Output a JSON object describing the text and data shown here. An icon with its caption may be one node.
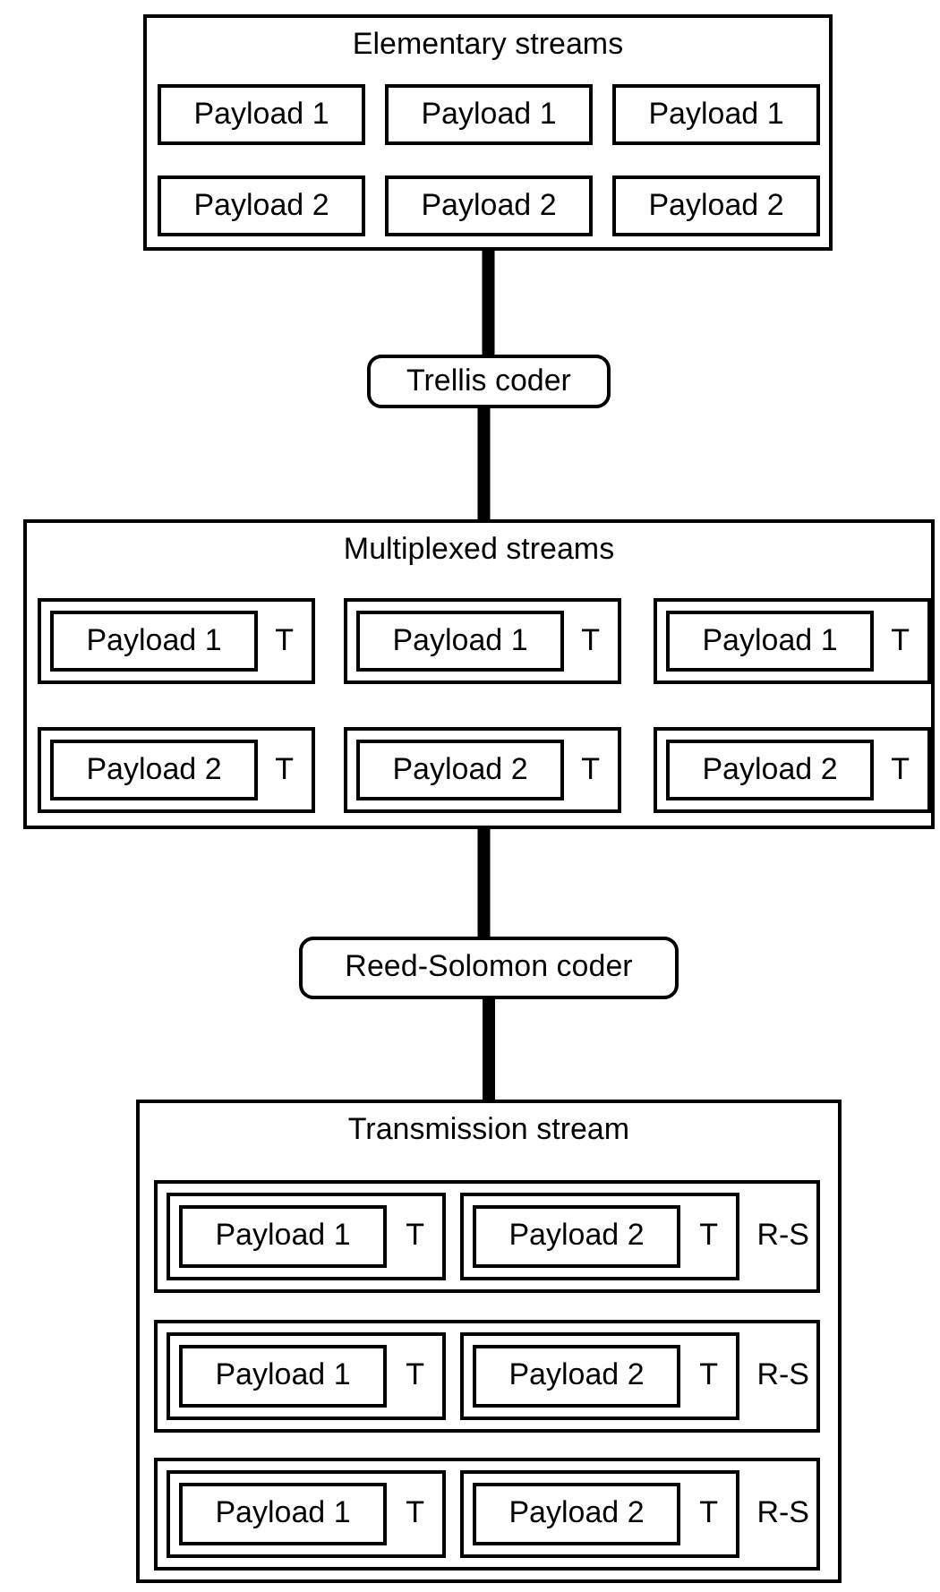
{
  "diagram": {
    "nodes": [
      {
        "text": [
          "Elementary streams"
        ]
      },
      {
        "text": [
          "Payload 1"
        ],
        "in": 0
      },
      {
        "text": [
          "Payload 1"
        ],
        "in": 0
      },
      {
        "text": [
          "Payload 1"
        ],
        "in": 0
      },
      {
        "text": [
          "Payload 2"
        ],
        "in": 0
      },
      {
        "text": [
          "Payload 2"
        ],
        "in": 0
      },
      {
        "text": [
          "Payload 2"
        ],
        "in": 0
      },
      {
        "text": [
          "Trellis coder"
        ]
      },
      {
        "text": [
          "Multiplexed streams"
        ]
      },
      {
        "text": [
          "T"
        ],
        "in": 8
      },
      {
        "text": [
          "Payload 1"
        ],
        "in": 9
      },
      {
        "text": [
          "T"
        ],
        "in": 8
      },
      {
        "text": [
          "Payload 1"
        ],
        "in": 11
      },
      {
        "text": [
          "T"
        ],
        "in": 8
      },
      {
        "text": [
          "Payload 1"
        ],
        "in": 13
      },
      {
        "text": [
          "T"
        ],
        "in": 8
      },
      {
        "text": [
          "Payload 2"
        ],
        "in": 15
      },
      {
        "text": [
          "T"
        ],
        "in": 8
      },
      {
        "text": [
          "Payload 2"
        ],
        "in": 17
      },
      {
        "text": [
          "T"
        ],
        "in": 8
      },
      {
        "text": [
          "Payload 2"
        ],
        "in": 19
      },
      {
        "text": [
          "Reed-Solomon coder"
        ]
      },
      {
        "text": [
          "Transmission stream"
        ]
      },
      {
        "text": [
          "R-S"
        ],
        "in": 22
      },
      {
        "text": [
          "T"
        ],
        "in": 23
      },
      {
        "text": [
          "Payload 1"
        ],
        "in": 24
      },
      {
        "text": [
          "T"
        ],
        "in": 23
      },
      {
        "text": [
          "Payload 2"
        ],
        "in": 26
      },
      {
        "text": [
          "R-S"
        ],
        "in": 22
      },
      {
        "text": [
          "T"
        ],
        "in": 28
      },
      {
        "text": [
          "Payload 1"
        ],
        "in": 29
      },
      {
        "text": [
          "T"
        ],
        "in": 28
      },
      {
        "text": [
          "Payload 2"
        ],
        "in": 31
      },
      {
        "text": [
          "R-S"
        ],
        "in": 22
      },
      {
        "text": [
          "T"
        ],
        "in": 33
      },
      {
        "text": [
          "Payload 1"
        ],
        "in": 34
      },
      {
        "text": [
          "T"
        ],
        "in": 33
      },
      {
        "text": [
          "Payload 2"
        ],
        "in": 36
      }
    ],
    "edges": [
      {
        "from": 0,
        "to": 7,
        "arrow": "none"
      },
      {
        "from": 7,
        "to": 8,
        "arrow": "none"
      },
      {
        "from": 8,
        "to": 21,
        "arrow": "none"
      },
      {
        "from": 21,
        "to": 22,
        "arrow": "none"
      }
    ]
  }
}
